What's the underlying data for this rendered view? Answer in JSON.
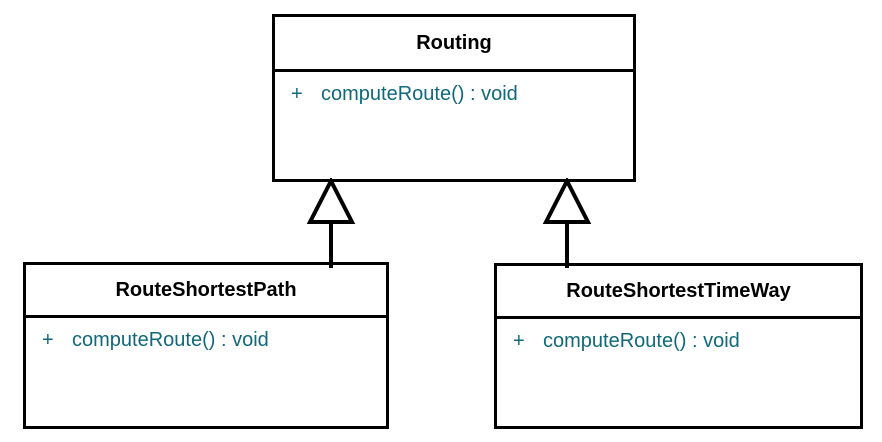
{
  "diagram": {
    "type": "uml-class-diagram",
    "title": "",
    "background_color": "#ffffff",
    "line_color": "#000000",
    "class_name_color": "#000000",
    "member_text_color": "#10697a",
    "classes": [
      {
        "id": "routing",
        "name": "Routing",
        "members": [
          {
            "visibility": "+",
            "signature": "computeRoute() : void"
          }
        ]
      },
      {
        "id": "route-shortest-path",
        "name": "RouteShortestPath",
        "members": [
          {
            "visibility": "+",
            "signature": "computeRoute() : void"
          }
        ]
      },
      {
        "id": "route-shortest-time-way",
        "name": "RouteShortestTimeWay",
        "members": [
          {
            "visibility": "+",
            "signature": "computeRoute() : void"
          }
        ]
      }
    ],
    "relationships": [
      {
        "id": "generalization-left",
        "kind": "generalization",
        "from": "RouteShortestPath",
        "to": "Routing"
      },
      {
        "id": "generalization-right",
        "kind": "generalization",
        "from": "RouteShortestTimeWay",
        "to": "Routing"
      }
    ]
  }
}
